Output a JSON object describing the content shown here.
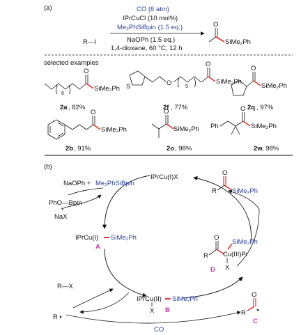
{
  "part_a": {
    "label": "(a)",
    "reactant": "R—I",
    "cond_co": "CO (6 atm)",
    "cond_cat": "IPrCuCl (10 mol%)",
    "cond_silyl": "Me₂PhSiBpin (1.5 eq.)",
    "cond_base": "NaOPh (1.5 eq.)",
    "cond_solvent": "1,4-dioxane, 60 °C, 12 h",
    "product_sub": "SiMe₂Ph",
    "selected_examples": "selected examples",
    "examples": [
      {
        "id": "2a",
        "yield": ", 82%",
        "sub": "6",
        "silyl": "SiMe₂Ph"
      },
      {
        "id": "2f",
        "yield": ", 77%",
        "sub": "5",
        "silyl": "SiMe₂Ph",
        "hetero_s": "S",
        "hetero_o": "O"
      },
      {
        "id": "2q",
        "yield": ", 97%",
        "silyl": "SiMe₂Ph"
      },
      {
        "id": "2b",
        "yield": ", 91%",
        "silyl": "SiMe₂Ph"
      },
      {
        "id": "2o",
        "yield": ", 98%",
        "silyl": "SiMe₂Ph"
      },
      {
        "id": "2w",
        "yield": ", 98%",
        "silyl": "SiMe₂Ph",
        "ph": "Ph"
      }
    ]
  },
  "part_b": {
    "label": "(b)",
    "naoph": "NaOPh +",
    "silylboronate": "Me₂PhSiBpin",
    "pho_bpin": "PhO—Bpin",
    "plus": "+",
    "nax": "NaX",
    "iprcux": "IPrCu(I)X",
    "iprcu_i": "IPrCu(I)",
    "sime2ph": "SiMe₂Ph",
    "label_a": "A",
    "rx": "R—X",
    "iprcu_ii": "IPrCu(II)",
    "x": "X",
    "label_b": "B",
    "r_radical": "R",
    "co": "CO",
    "acyl_r": "R",
    "acyl_o": "O",
    "label_c": "C",
    "d_r": "R",
    "d_o": "O",
    "d_cu": "Cu(III)Pr",
    "d_x": "X",
    "label_d": "D",
    "prod_r": "R",
    "prod_o": "O",
    "prod_si": "SiMe₂Ph"
  },
  "colors": {
    "blue": "#2a3f9c",
    "red": "#e0322a",
    "magenta": "#c23aa6"
  }
}
